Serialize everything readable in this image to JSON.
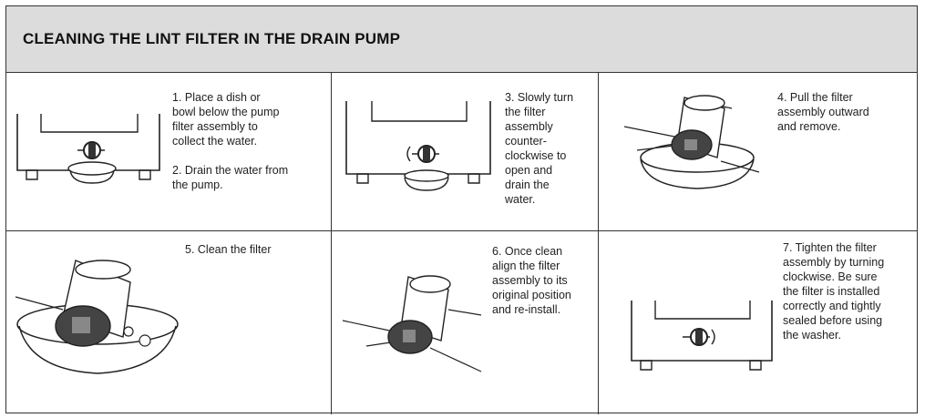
{
  "title": "CLEANING THE LINT FILTER IN THE DRAIN PUMP",
  "steps": [
    {
      "text": "1. Place a dish or\nbowl below the pump\nfilter assembly to\ncollect the water.\n\n2. Drain the water from\nthe pump.",
      "illustration": "washer-pump-dish-icon"
    },
    {
      "text": "3. Slowly turn\nthe filter\nassembly\ncounter-\nclockwise to\nopen and\ndrain the\nwater.",
      "illustration": "washer-pump-turn-ccw-icon"
    },
    {
      "text": "4. Pull the filter\nassembly outward\nand remove.",
      "illustration": "filter-removed-over-dish-icon"
    },
    {
      "text": "5. Clean the filter",
      "illustration": "filter-in-basin-icon"
    },
    {
      "text": "6. Once clean\nalign the filter\nassembly to its\noriginal position\nand re-install.",
      "illustration": "filter-reinstall-icon"
    },
    {
      "text": "7. Tighten the filter\nassembly by turning\nclockwise.  Be sure\nthe filter is installed\ncorrectly and tightly\nsealed before using\nthe washer.",
      "illustration": "washer-pump-turn-cw-icon"
    }
  ]
}
